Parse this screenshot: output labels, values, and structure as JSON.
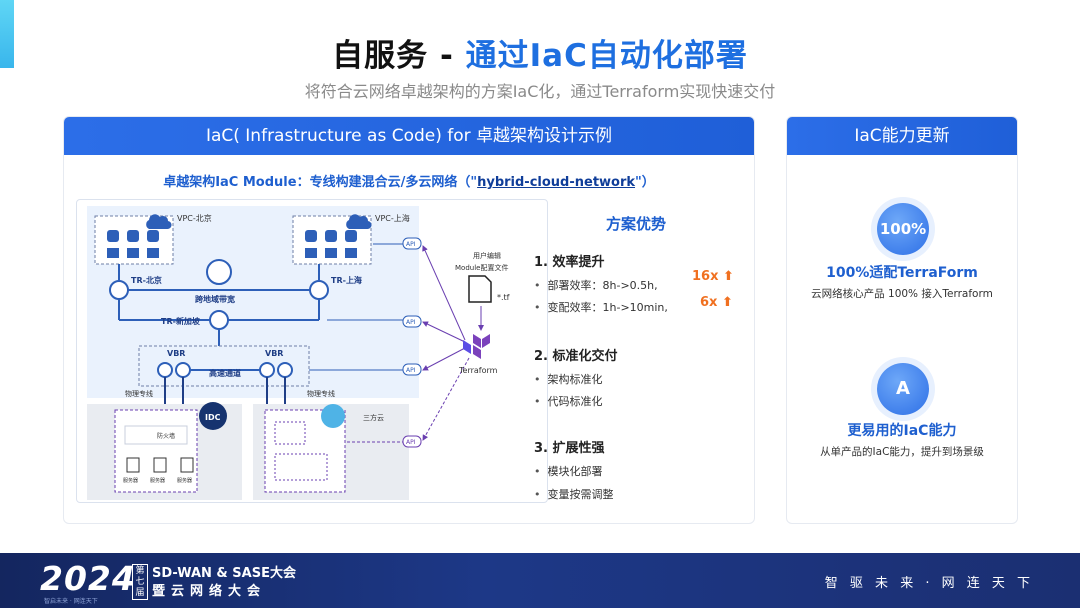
{
  "title_main": "自服务 - ",
  "title_accent": "通过IaC自动化部署",
  "subtitle": "将符合云网络卓越架构的方案IaC化，通过Terraform实现快速交付",
  "left_panel": {
    "header": "IaC( Infrastructure as Code) for 卓越架构设计示例",
    "module_prefix": "卓越架构IaC Module：专线构建混合云/多云网络（\"",
    "module_link": "hybrid-cloud-network",
    "module_suffix": "\"）",
    "diagram": {
      "vpc_beijing": "VPC-北京",
      "vpc_shanghai": "VPC-上海",
      "tr_beijing": "TR-北京",
      "tr_shanghai": "TR-上海",
      "cross_region": "跨地域带宽",
      "tr_singapore": "TR-新加坡",
      "vbr": "VBR",
      "highspeed": "高速通道",
      "line_left": "物理专线",
      "line_right": "物理专线",
      "idc": "IDC",
      "firewall": "防火墙",
      "server": "服务器",
      "third_cloud": "三方云",
      "api": "API",
      "user_edit": "用户编辑",
      "module_file": "Module配置文件",
      "tf_ext": "*.tf",
      "terraform": "Terraform"
    },
    "advantages_title": "方案优势",
    "sections": [
      {
        "title": "1. 效率提升",
        "bullets": [
          "部署效率：8h->0.5h,",
          "变配效率：1h->10min,"
        ],
        "multipliers": [
          "16x ⬆",
          "6x ⬆"
        ]
      },
      {
        "title": "2. 标准化交付",
        "bullets": [
          "架构标准化",
          "代码标准化"
        ]
      },
      {
        "title": "3. 扩展性强",
        "bullets": [
          "模块化部署",
          "变量按需调整"
        ]
      }
    ]
  },
  "right_panel": {
    "header": "IaC能力更新",
    "item1": {
      "badge": "100%",
      "title": "100%适配TerraForm",
      "desc": "云网络核心产品 100% 接入Terraform"
    },
    "item2": {
      "badge": "A",
      "title": "更易用的IaC能力",
      "desc": "从单产品的IaC能力，提升到场景级"
    }
  },
  "footer": {
    "year": "2024",
    "edition": "第七届",
    "event_line1": "SD-WAN & SASE大会",
    "event_line2": "暨云网络大会",
    "small_text": "智启未来 · 网连天下",
    "slogan": "智 驱 未 来 · 网 连 天 下"
  },
  "colors": {
    "accent": "#1e6fe0",
    "header_blue": "#2c6ee8",
    "orange": "#f07020",
    "footer": "#1b2f72"
  }
}
